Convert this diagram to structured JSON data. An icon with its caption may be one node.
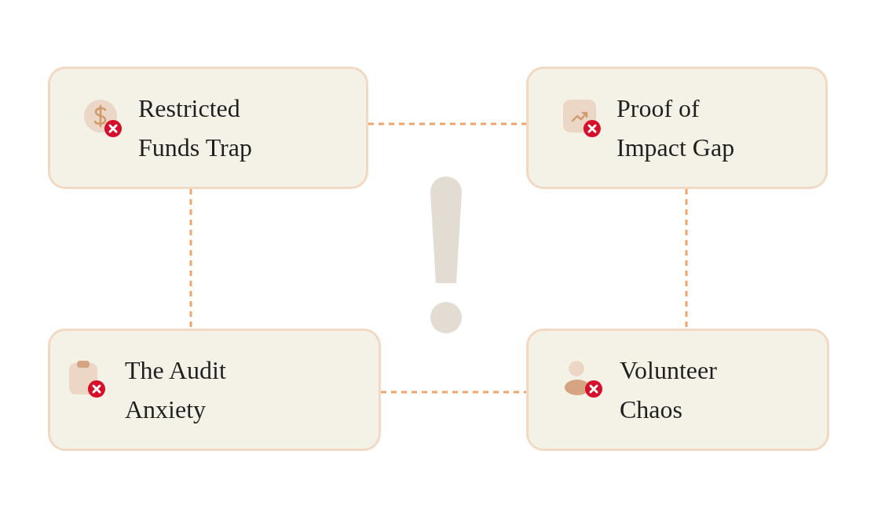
{
  "diagram": {
    "nodes": [
      {
        "text": [
          "Restricted Funds Trap"
        ]
      },
      {
        "text": [
          "Proof of Impact Gap"
        ]
      },
      {
        "text": [
          "The Audit Anxiety"
        ]
      },
      {
        "text": [
          "Volunteer Chaos"
        ]
      }
    ],
    "edges": [
      {
        "from": 0,
        "to": 1,
        "arrow": "none",
        "style": "dashed"
      },
      {
        "from": 0,
        "to": 2,
        "arrow": "none",
        "style": "dashed"
      },
      {
        "from": 1,
        "to": 3,
        "arrow": "none",
        "style": "dashed"
      },
      {
        "from": 2,
        "to": 3,
        "arrow": "none",
        "style": "dashed"
      }
    ]
  }
}
